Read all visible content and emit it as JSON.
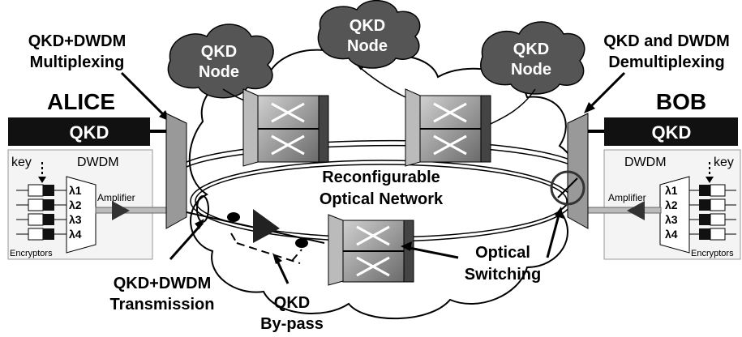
{
  "labels": {
    "qkd_dwdm_mux_1": "QKD+DWDM",
    "qkd_dwdm_mux_2": "Multiplexing",
    "qkd_demux_1": "QKD and DWDM",
    "qkd_demux_2": "Demultiplexing",
    "alice": "ALICE",
    "bob": "BOB",
    "qkd_node_1": "QKD",
    "qkd_node_2": "Node",
    "network_1": "Reconfigurable",
    "network_2": "Optical Network",
    "transmission_1": "QKD+DWDM",
    "transmission_2": "Transmission",
    "bypass_1": "QKD",
    "bypass_2": "By-pass",
    "switching_1": "Optical",
    "switching_2": "Switching"
  },
  "alice_panel": {
    "qkd": "QKD",
    "key": "key",
    "dwdm": "DWDM",
    "amplifier": "Amplifier",
    "encryptors": "Encryptors",
    "lambdas": [
      "λ1",
      "λ2",
      "λ3",
      "λ4"
    ]
  },
  "bob_panel": {
    "qkd": "QKD",
    "key": "key",
    "dwdm": "DWDM",
    "amplifier": "Amplifier",
    "encryptors": "Encryptors",
    "lambdas": [
      "λ1",
      "λ2",
      "λ3",
      "λ4"
    ]
  }
}
